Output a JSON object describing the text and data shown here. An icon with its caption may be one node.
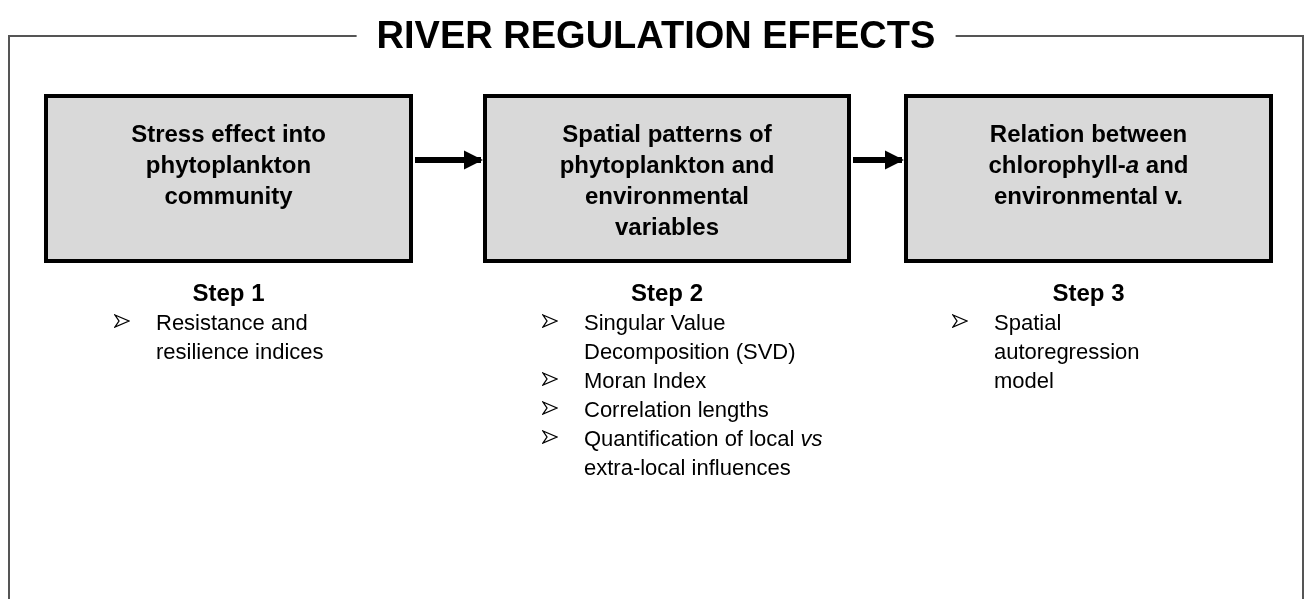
{
  "diagram": {
    "nodes": [
      {
        "text": [
          "RIVER REGULATION EFFECTS"
        ]
      },
      {
        "text": [
          "Stress effect into phytoplankton community"
        ],
        "in": 0,
        "beside": [
          "Step 1",
          "Resistance and resilience indices"
        ]
      },
      {
        "text": [
          "Spatial patterns of phytoplankton and environmental variables"
        ],
        "in": 0,
        "beside": [
          "Step 2",
          "Singular Value Decomposition (SVD)",
          "Moran Index",
          "Correlation lengths",
          "Quantification of local *vs* extra-local influences"
        ]
      },
      {
        "text": [
          "Relation between chlorophyll-*a* and environmental v."
        ],
        "in": 0,
        "beside": [
          "Step 3",
          "Spatial autoregression model"
        ]
      }
    ],
    "edges": [
      {
        "from": 1,
        "to": 2,
        "arrow": "to"
      },
      {
        "from": 2,
        "to": 3,
        "arrow": "to"
      }
    ]
  }
}
